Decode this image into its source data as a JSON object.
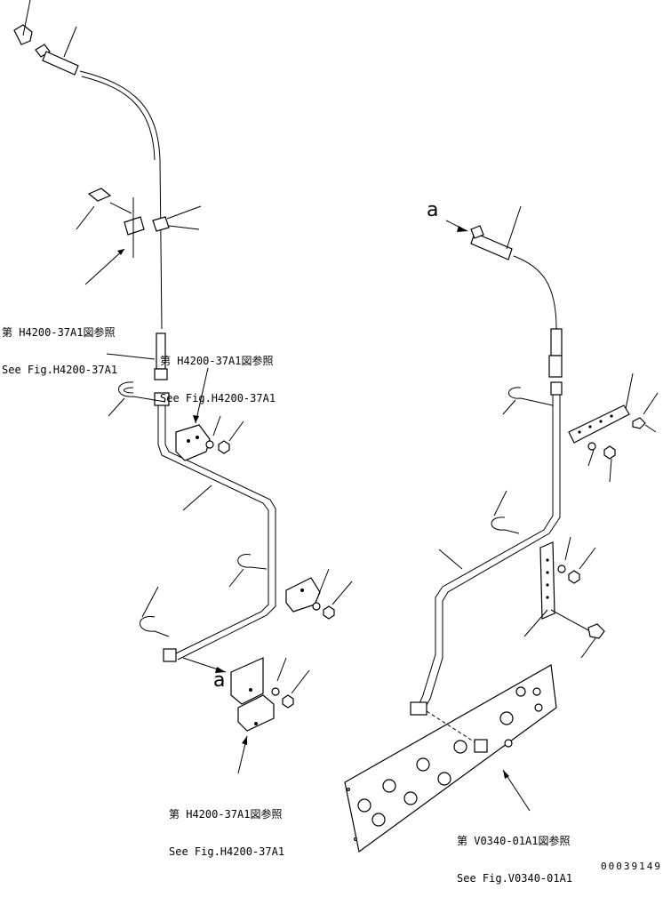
{
  "references": [
    {
      "jp": "第 H4200-37A1図参照",
      "en": "See Fig.H4200-37A1"
    },
    {
      "jp": "第 H4200-37A1図参照",
      "en": "See Fig.H4200-37A1"
    },
    {
      "jp": "第 H4200-37A1図参照",
      "en": "See Fig.H4200-37A1"
    },
    {
      "jp": "第 V0340-01A1図参照",
      "en": "See Fig.V0340-01A1"
    }
  ],
  "connection_marks": [
    "a",
    "a"
  ],
  "drawing_number": "00039149"
}
